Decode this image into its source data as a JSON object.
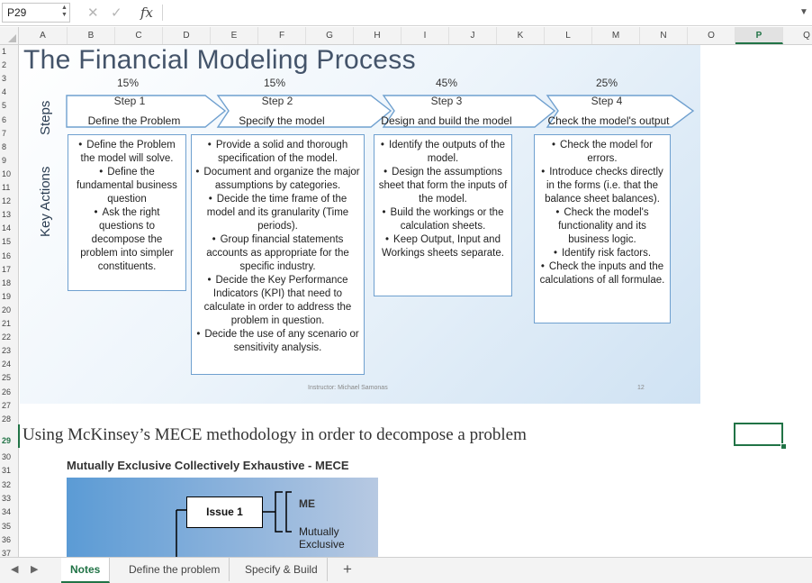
{
  "formula_bar": {
    "name_box": "P29",
    "fx": "fx",
    "formula": ""
  },
  "columns": [
    "A",
    "B",
    "C",
    "D",
    "E",
    "F",
    "G",
    "H",
    "I",
    "J",
    "K",
    "L",
    "M",
    "N",
    "O",
    "P",
    "Q"
  ],
  "rows": [
    "1",
    "2",
    "3",
    "4",
    "5",
    "6",
    "7",
    "8",
    "9",
    "10",
    "11",
    "12",
    "13",
    "14",
    "15",
    "16",
    "17",
    "18",
    "19",
    "20",
    "21",
    "22",
    "23",
    "24",
    "25",
    "26",
    "27",
    "28",
    "29",
    "30",
    "31",
    "32",
    "33",
    "34",
    "35",
    "36",
    "37"
  ],
  "selected_cell": {
    "column": "P",
    "row": "29"
  },
  "slide": {
    "title": "The Financial Modeling Process",
    "left_labels": {
      "steps": "Steps",
      "actions": "Key Actions"
    },
    "steps": [
      {
        "pct": "15%",
        "title": "Step 1",
        "subtitle": "Define the Problem",
        "actions": [
          "Define the Problem the model will solve.",
          "Define the fundamental business question",
          "Ask the right questions to decompose the problem into simpler constituents."
        ]
      },
      {
        "pct": "15%",
        "title": "Step 2",
        "subtitle": "Specify the model",
        "actions": [
          "Provide a solid and thorough specification of the  model.",
          "Document and organize the major assumptions  by categories.",
          "Decide the time frame of the model and its granularity (Time periods).",
          "Group financial statements accounts as appropriate for the specific industry.",
          "Decide the Key Performance Indicators (KPI) that need to calculate in order to address the problem in question.",
          "Decide the use of any scenario or sensitivity analysis."
        ]
      },
      {
        "pct": "45%",
        "title": "Step 3",
        "subtitle": "Design and build the model",
        "actions": [
          "Identify the outputs of the model.",
          "Design the assumptions sheet that form the inputs of the model.",
          "Build the workings or the calculation sheets.",
          "Keep Output, Input and Workings sheets separate."
        ]
      },
      {
        "pct": "25%",
        "title": "Step 4",
        "subtitle": "Check the model's output",
        "actions": [
          "Check the model for errors.",
          "Introduce checks directly in the forms (i.e. that the balance sheet balances).",
          "Check the model's functionality and its business logic.",
          "Identify risk factors.",
          "Check the inputs and the calculations of all formulae."
        ]
      }
    ],
    "footer_instructor": "Instructor: Michael Samonas",
    "footer_page": "12"
  },
  "row29_text": "Using McKinsey’s MECE methodology in order to decompose a problem",
  "mece": {
    "title": "Mutually Exclusive Collectively Exhaustive - MECE",
    "issue_label": "Issue 1",
    "me_label": "ME",
    "me_sub_1": "Mutually",
    "me_sub_2": "Exclusive"
  },
  "sheet_tabs": [
    "Notes",
    "Define the problem",
    "Specify & Build"
  ],
  "active_tab": "Notes",
  "colors": {
    "excel_green": "#217346",
    "slide_title": "#44546a",
    "box_border": "#6fa0cf"
  }
}
